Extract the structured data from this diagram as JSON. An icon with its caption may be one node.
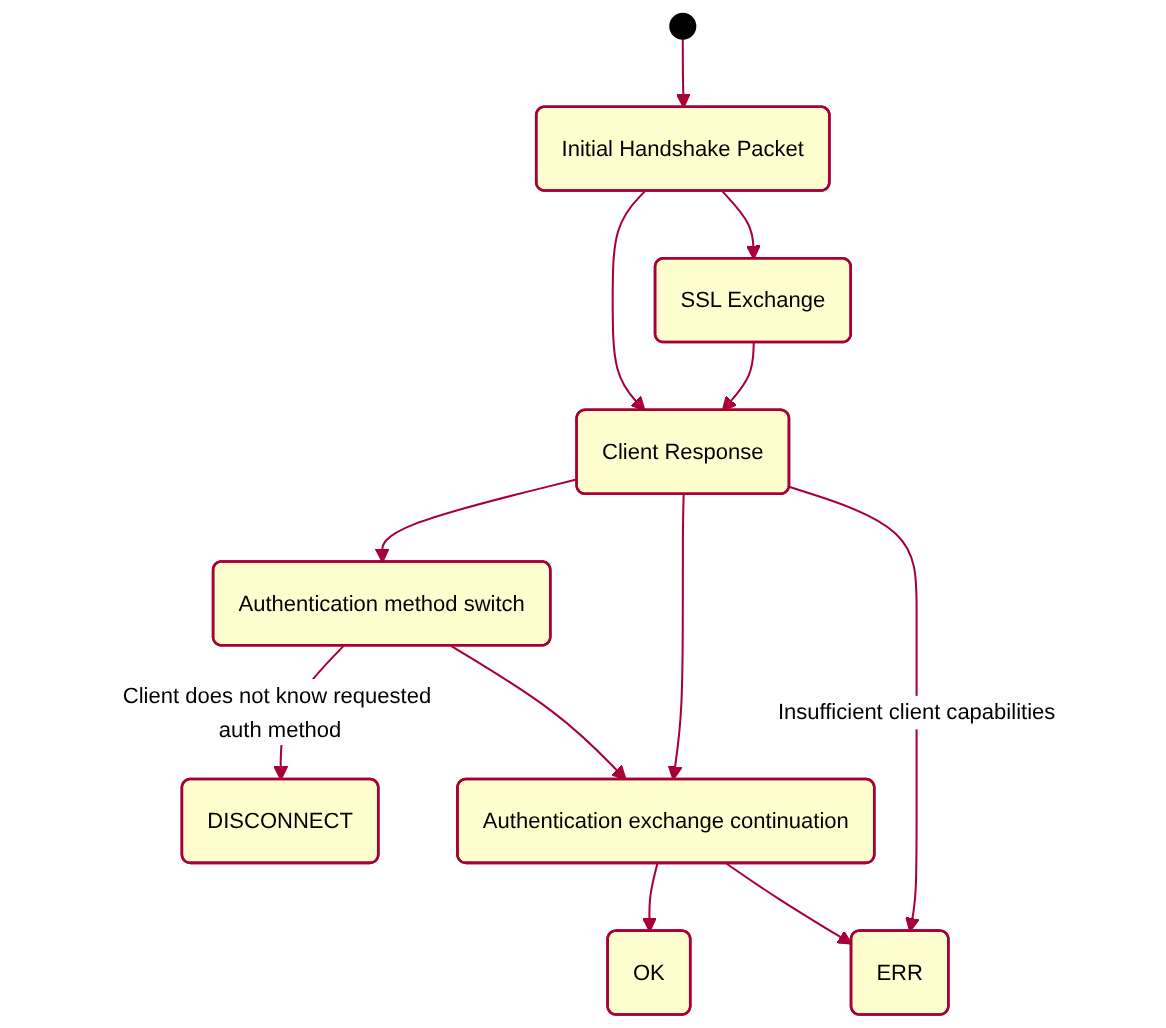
{
  "diagram": {
    "nodes": [
      {
        "text": [],
        "shape": "circle"
      },
      {
        "text": [
          "Initial Handshake Packet"
        ]
      },
      {
        "text": [
          "SSL Exchange"
        ]
      },
      {
        "text": [
          "Client Response"
        ]
      },
      {
        "text": [
          "Authentication method switch"
        ]
      },
      {
        "text": [
          "DISCONNECT"
        ]
      },
      {
        "text": [
          "Authentication exchange continuation"
        ]
      },
      {
        "text": [
          "OK"
        ]
      },
      {
        "text": [
          "ERR"
        ]
      }
    ],
    "edges": [
      {
        "from": 0,
        "to": 1,
        "arrow": "to"
      },
      {
        "from": 1,
        "to": 3,
        "arrow": "to"
      },
      {
        "from": 1,
        "to": 2,
        "arrow": "to"
      },
      {
        "from": 2,
        "to": 3,
        "arrow": "to"
      },
      {
        "from": 3,
        "to": 4,
        "arrow": "to"
      },
      {
        "from": 3,
        "to": 6,
        "arrow": "to"
      },
      {
        "from": 3,
        "to": 8,
        "arrow": "to",
        "label": "Insufficient client capabilities"
      },
      {
        "from": 4,
        "to": 5,
        "arrow": "to",
        "label": "Client does not know requested auth method"
      },
      {
        "from": 4,
        "to": 6,
        "arrow": "to"
      },
      {
        "from": 6,
        "to": 7,
        "arrow": "to"
      },
      {
        "from": 6,
        "to": 8,
        "arrow": "to"
      }
    ]
  }
}
